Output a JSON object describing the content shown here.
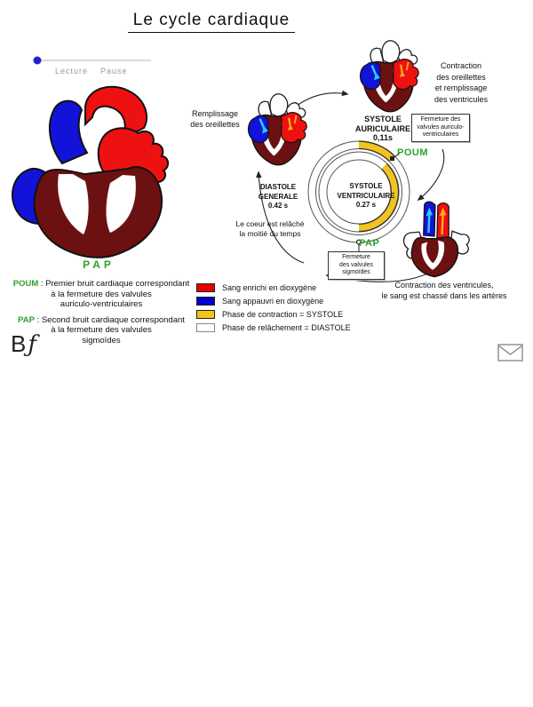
{
  "title": "Le cycle cardiaque",
  "player": {
    "lecture_label": "Lecture",
    "pause_label": "Pause"
  },
  "main_heart": {
    "sound_label": "PAP"
  },
  "definitions": {
    "poum_term": "POUM",
    "poum_text": " : Premier bruit cardiaque correspondant",
    "poum_line2": "à la fermeture des valvules",
    "poum_line3": "auriculo-ventriculaires",
    "pap_term": "PAP",
    "pap_text": " : Second bruit cardiaque correspondant",
    "pap_line2": "à la fermeture des valvules",
    "pap_line3": "sigmoïdes"
  },
  "logo": {
    "b": "B",
    "f": "ƒ"
  },
  "cycle": {
    "remplissage_label": "Remplissage\ndes oreillettes",
    "contraction_oreillettes_label": "Contraction\ndes oreillettes\net remplissage\ndes ventricules",
    "systole_auriculaire_label": "SYSTOLE\nAURICULAIRE\n0,11s",
    "fermeture_av_label": "Fermeture des\nvalvules auriculo-\nventriculaires",
    "poum_label": "POUM",
    "systole_ventriculaire_label": "SYSTOLE\nVENTRICULAIRE\n0.27 s",
    "diastole_label": "DIASTOLE\nGENERALE\n0.42 s",
    "coeur_relache_label": "Le coeur est relâché\nla moitié du temps",
    "pap_label": "PAP",
    "fermeture_sigmoides_label": "Fermeture\ndes valvules\nsigmoïdes",
    "contraction_ventricules_label": "Contraction des ventricules,\nle sang est chassé dans les artères"
  },
  "legend": {
    "items": [
      {
        "label": "Sang enrichi en dioxygène",
        "color": "#e60000"
      },
      {
        "label": "Sang appauvri en dioxygène",
        "color": "#0000cc"
      },
      {
        "label": "Phase de contraction = SYSTOLE",
        "color": "#f2c41e"
      },
      {
        "label": "Phase de relâchement = DIASTOLE",
        "color": "#ffffff"
      }
    ]
  },
  "colors": {
    "accent_green": "#2ea12e",
    "systole_yellow": "#f2c41e",
    "blood_red": "#ee1111",
    "blood_blue": "#1212d8",
    "myocardium_dark": "#6b1111"
  }
}
